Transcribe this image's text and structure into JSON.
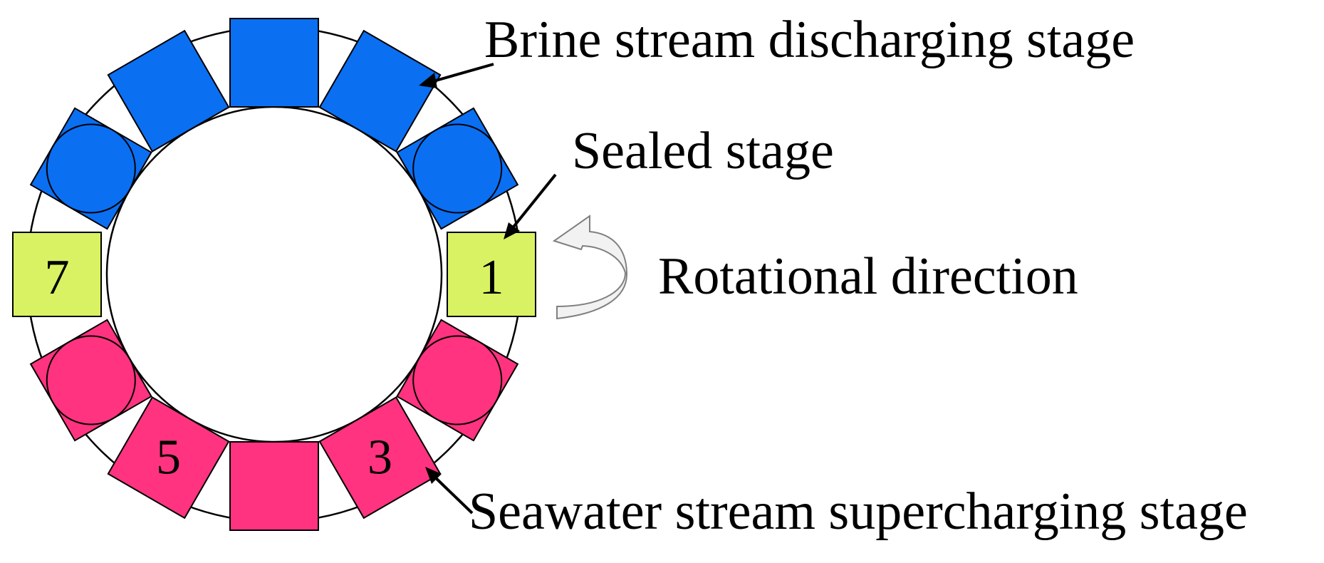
{
  "labels": {
    "brine": "Brine stream discharging stage",
    "sealed": "Sealed stage",
    "rotation": "Rotational direction",
    "seawater": "Seawater stream supercharging stage"
  },
  "chamber_numbers": {
    "c1": "1",
    "c3": "3",
    "c5": "5",
    "c7": "7"
  },
  "colors": {
    "brine": "#0B6FF2",
    "seawater": "#FF3380",
    "sealed": "#D9F263",
    "outline": "#000000",
    "arrow_fill": "#F2F2F2"
  }
}
